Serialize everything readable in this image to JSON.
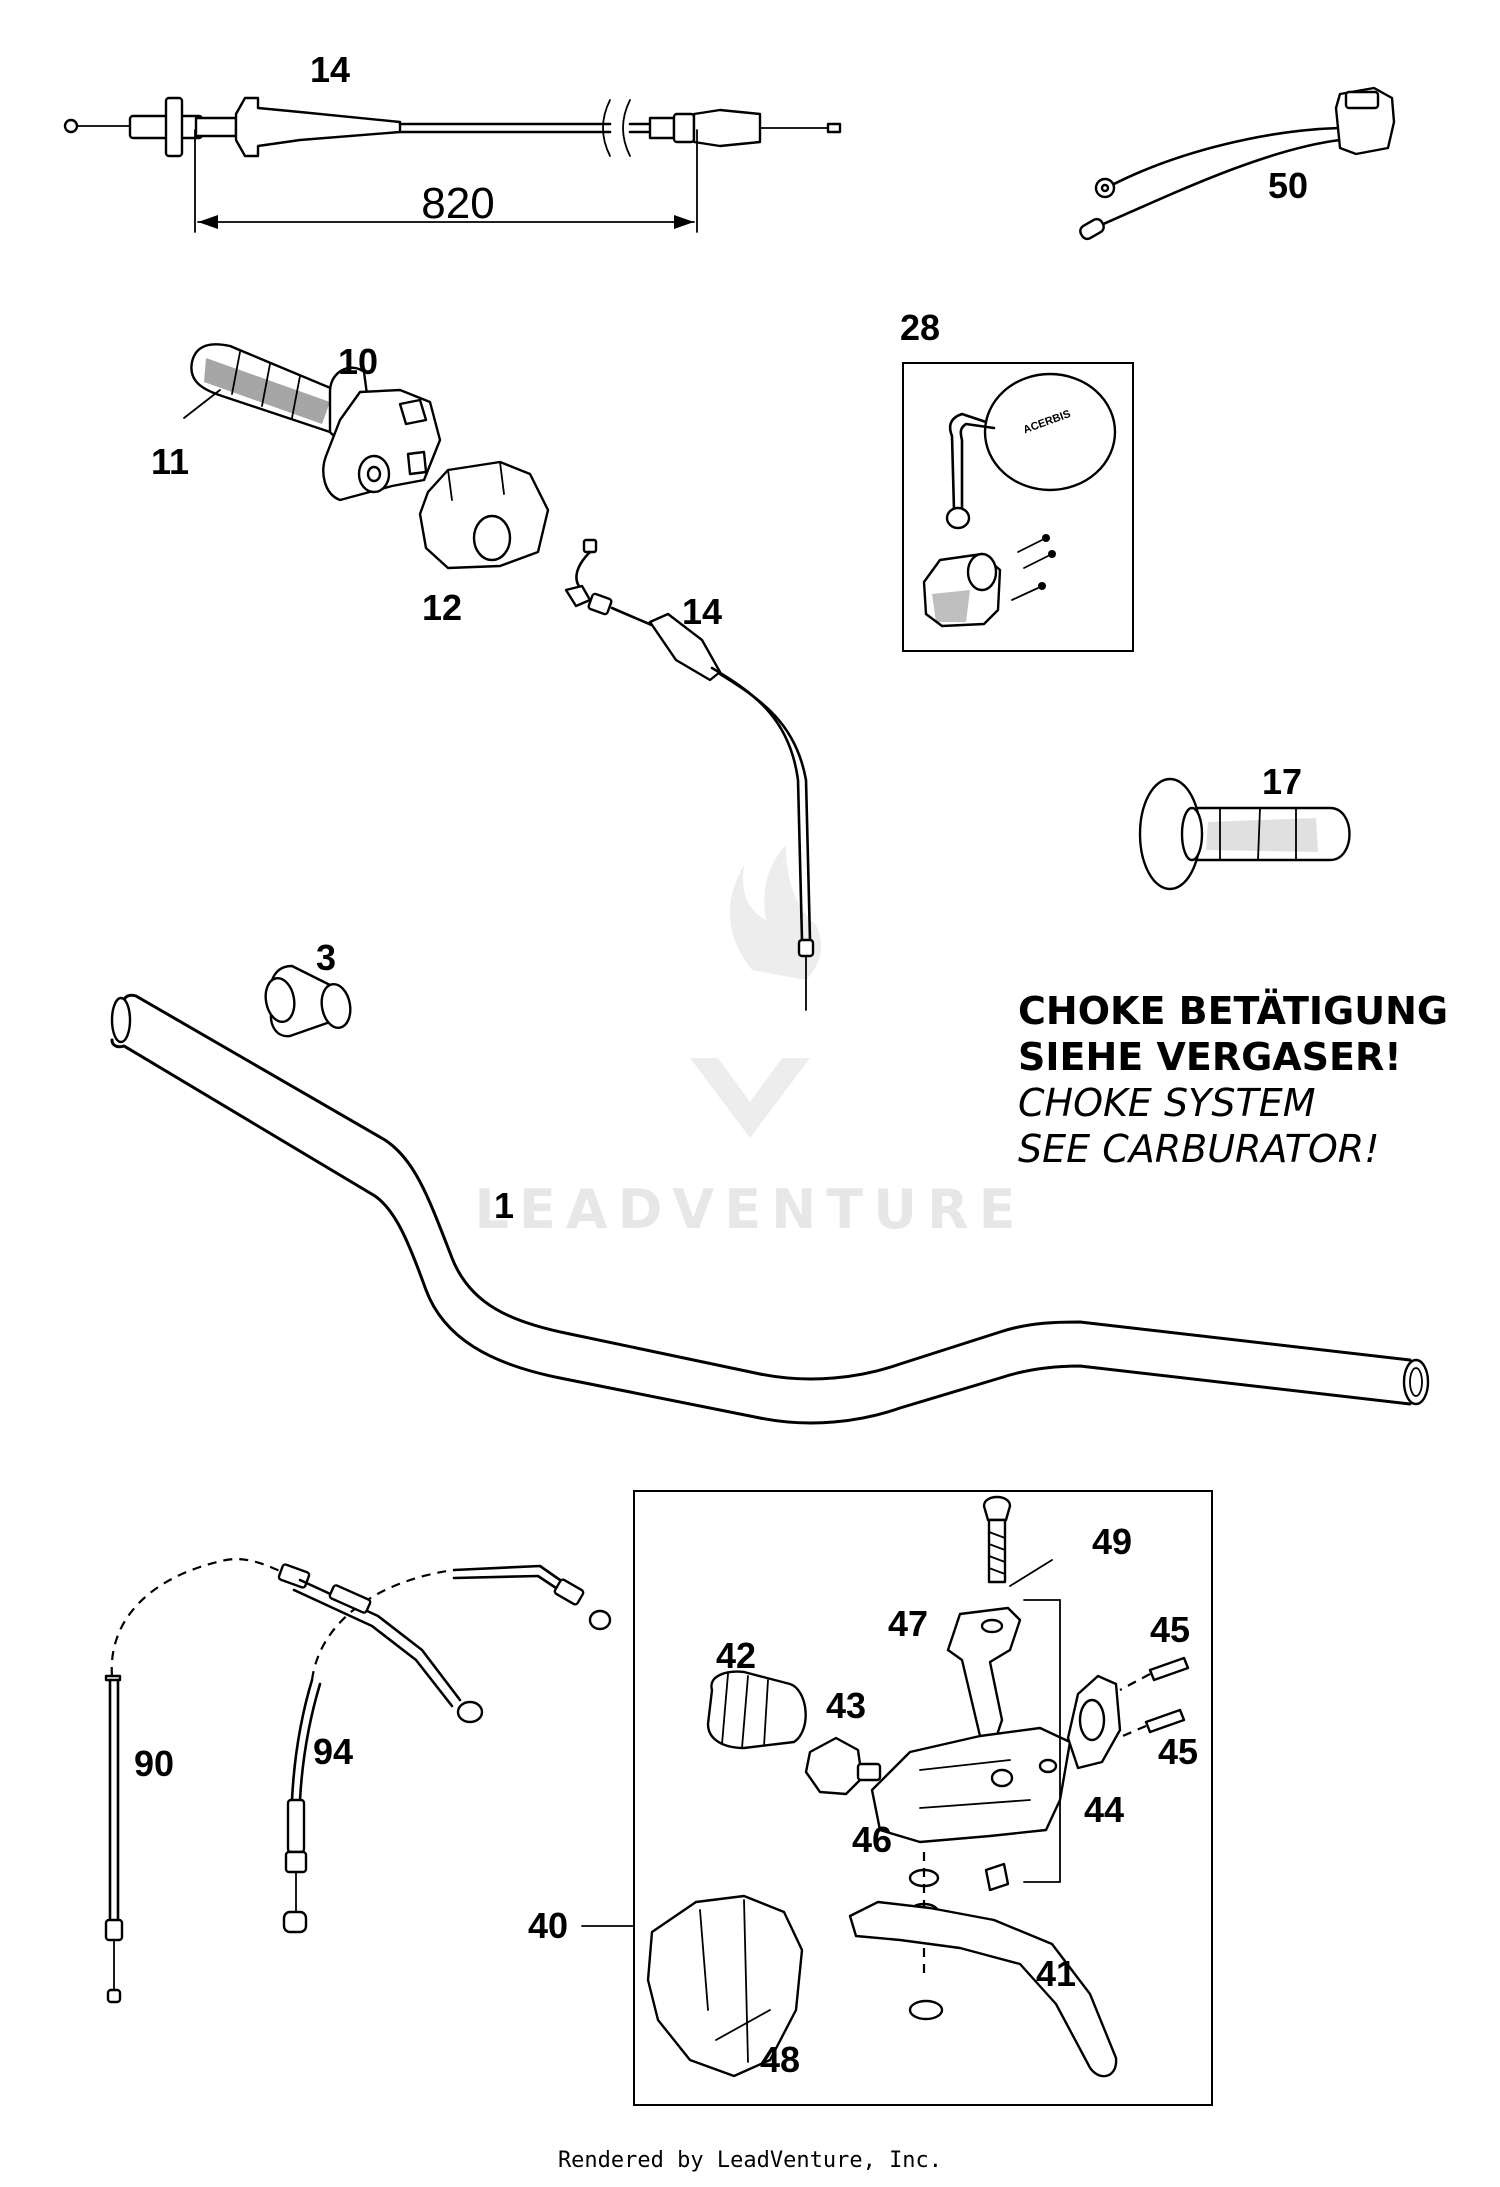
{
  "callouts": {
    "p1": "1",
    "p3": "3",
    "p10": "10",
    "p11": "11",
    "p12": "12",
    "p14_top": "14",
    "p14_mid": "14",
    "p17": "17",
    "p28": "28",
    "p40": "40",
    "p41": "41",
    "p42": "42",
    "p43": "43",
    "p44": "44",
    "p45_a": "45",
    "p45_b": "45",
    "p46": "46",
    "p47": "47",
    "p48": "48",
    "p49": "49",
    "p50": "50",
    "p90": "90",
    "p94": "94"
  },
  "dimension": "820",
  "mirror_brand": "ACERBIS",
  "note": {
    "german_line1": "CHOKE BETÄTIGUNG",
    "german_line2": "SIEHE VERGASER!",
    "english_line1": "CHOKE SYSTEM",
    "english_line2": "SEE CARBURATOR!"
  },
  "watermark": "LEADVENTURE",
  "footer": "Rendered by LeadVenture, Inc."
}
